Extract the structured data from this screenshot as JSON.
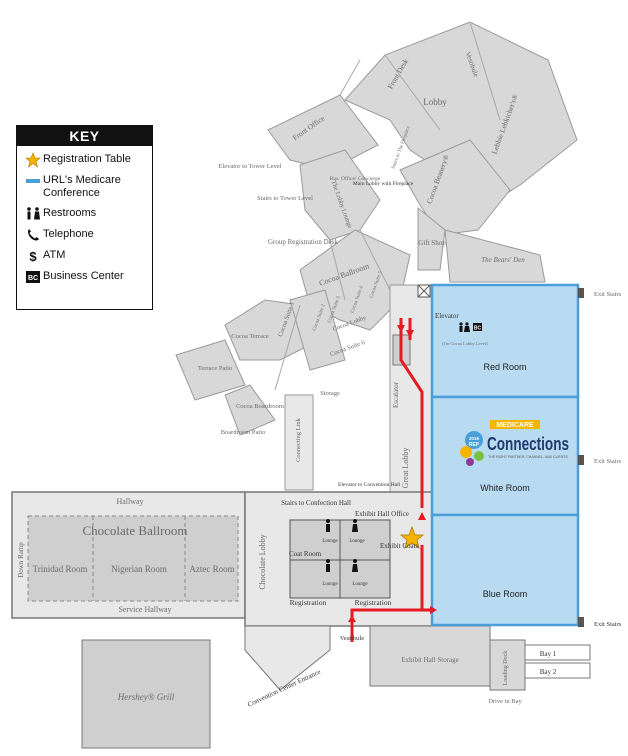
{
  "key": {
    "title": "KEY",
    "items": [
      {
        "label": "Registration Table",
        "icon": "star-icon",
        "color": "#f4b400"
      },
      {
        "label": "URL's Medicare Conference",
        "icon": "blue-line-icon",
        "color": "#4a9fd8"
      },
      {
        "label": "Restrooms",
        "icon": "restroom-icon"
      },
      {
        "label": "Telephone",
        "icon": "telephone-icon"
      },
      {
        "label": "ATM",
        "icon": "atm-icon"
      },
      {
        "label": "Business Center",
        "icon": "business-center-icon"
      }
    ]
  },
  "rooms": {
    "red": "Red Room",
    "white": "White Room",
    "blue": "Blue Room",
    "chocolate_ballroom": "Chocolate Ballroom",
    "trinidad": "Trinidad Room",
    "nigerian": "Nigerian Room",
    "aztec": "Aztec Room",
    "hallway": "Hallway",
    "service_hallway": "Service Hallway",
    "chocolate_lobby": "Chocolate Lobby",
    "great_lobby": "Great Lobby",
    "escalator": "Escalator",
    "elevator": "Elevator",
    "elevator_note": "(On Cocoa Lobby Level)",
    "exit_stairs": "Exit Stairs",
    "exhibit_hall_office": "Exhibit Hall Office",
    "exhibit_coats": "Exhibit Coats",
    "coat_room": "Coat Room",
    "lounge": "Lounge",
    "registration": "Registration",
    "vestibule": "Vestibule",
    "convention_center_entrance": "Convention Center Entrance",
    "exhibit_hall_storage": "Exhibit Hall Storage",
    "loading_dock": "Loading Dock",
    "drive_in_bay": "Drive in Bay",
    "bay1": "Bay 1",
    "bay2": "Bay 2",
    "hershey_grill": "Hershey® Grill",
    "down_ramp": "Down Ramp",
    "stairs_confection": "Stairs to Confection Hall",
    "elevator_convention": "Elevator to Convention Hall",
    "connecting_link": "Connecting Link",
    "boardroom_patio": "Boardroom Patio",
    "cocoa_boardroom": "Cocoa Boardroom",
    "terrace_patio": "Terrace Patio",
    "cocoa_terrace": "Cocoa Terrace",
    "storage": "Storage",
    "cocoa_suite1": "Cocoa Suite 1",
    "cocoa_suite2": "Cocoa Suite 2",
    "cocoa_suite3": "Cocoa Suite 3",
    "cocoa_suite4": "Cocoa Suite 4",
    "cocoa_suite5": "Cocoa Suite 5",
    "cocoa_suite6": "Cocoa Suite 6",
    "cocoa_ballroom": "Cocoa Ballroom",
    "cocoa_lobby": "Cocoa Lobby",
    "group_registration": "Group Registration Desk",
    "the_lobby_lounge": "The Lobby Lounge",
    "stairs_tower": "Stairs to Tower Level",
    "elevator_tower": "Elevator to Tower Level",
    "bus_office": "Bus. Office/ Concierge",
    "main_lobby": "Main Lobby with Fireplace",
    "front_office": "Front Office",
    "front_desk": "Front Desk",
    "lobby": "Lobby",
    "vestibule_top": "Vestibule",
    "lebbie": "Lebbie Lebkicher's®",
    "cocoa_beanery": "Cocoa Beanery®",
    "gift_shop": "Gift Shop",
    "bears_den": "The Bears' Den",
    "stairs_fireplace": "Stairs to The Fireplace"
  },
  "logo": {
    "year": "2015",
    "acronym": "REP",
    "top": "MEDICARE",
    "main": "Connections",
    "tagline": "THE RIGHT PARTNER. CHANNEL. AND CLIENTS"
  },
  "colors": {
    "conference_fill": "#b9dbf2",
    "conference_stroke": "#4a9fd8",
    "route": "#e31b23",
    "star": "#f4b400"
  }
}
